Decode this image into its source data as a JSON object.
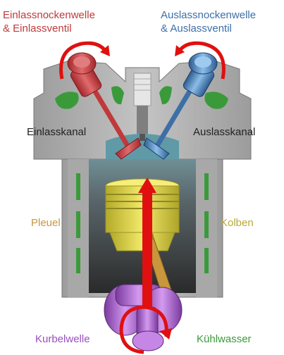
{
  "labels": {
    "intake_camshaft": [
      "Einlassnockenwelle",
      "& Einlassventil"
    ],
    "exhaust_camshaft": [
      "Auslassnockenwelle",
      "& Auslassventil"
    ],
    "intake_port": "Einlasskanal",
    "exhaust_port": "Auslasskanal",
    "connecting_rod": "Pleuel",
    "piston": "Kolben",
    "crankshaft": "Kurbelwelle",
    "coolant": "Kühlwasser"
  },
  "colors": {
    "intake": "#c0393b",
    "exhaust": "#3d6fa6",
    "port": "#222222",
    "rod": "#c8963c",
    "piston": "#b8a93c",
    "crankshaft": "#9a4fc0",
    "coolant": "#3a9a3a",
    "block": "#b3b3b3",
    "arrow": "#e01010"
  }
}
